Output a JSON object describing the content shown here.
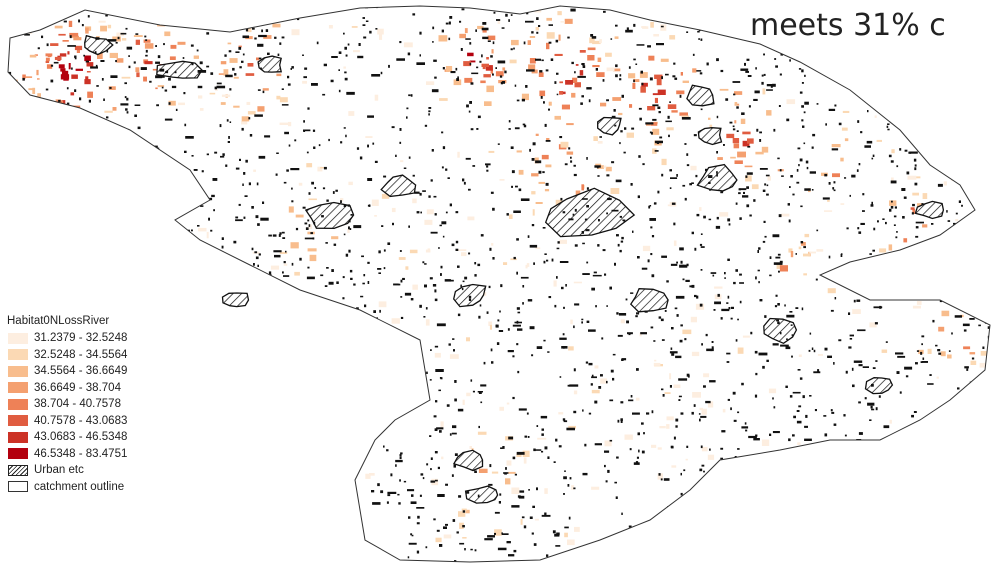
{
  "headline": "meets 31% c",
  "legend": {
    "title": "Habitat0NLossRiver",
    "classes": [
      {
        "label": "31.2379 - 32.5248",
        "color": "#fdeee0"
      },
      {
        "label": "32.5248 - 34.5564",
        "color": "#fbd9b4"
      },
      {
        "label": "34.5564 - 36.6649",
        "color": "#f8bd8d"
      },
      {
        "label": "36.6649 - 38.704",
        "color": "#f4a070"
      },
      {
        "label": "38.704 - 40.7578",
        "color": "#ee8157"
      },
      {
        "label": "40.7578 - 43.0683",
        "color": "#e05c40"
      },
      {
        "label": "43.0683 - 46.5348",
        "color": "#cc3226"
      },
      {
        "label": "46.5348 - 83.4751",
        "color": "#b3000e"
      }
    ],
    "urban_label": "Urban etc",
    "outline_label": "catchment outline"
  }
}
